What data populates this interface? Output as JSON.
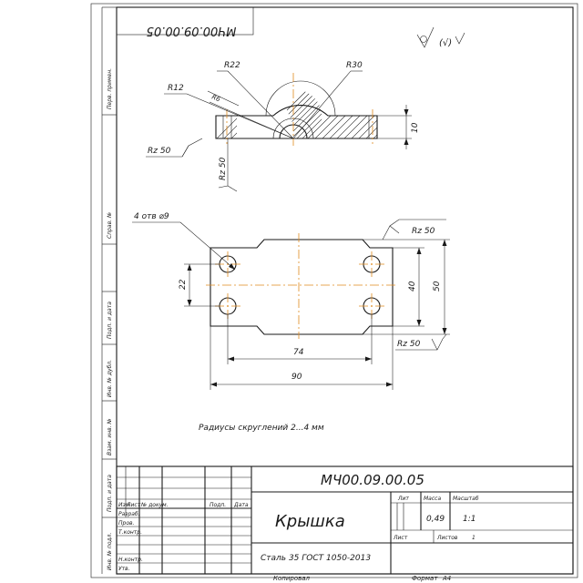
{
  "stamp_top": "МЧ00.09.00.05",
  "roughness_general": "(√)",
  "radii_labels": {
    "r12": "R12",
    "r22": "R22",
    "r30": "R30",
    "r6": "R6"
  },
  "dims_top": {
    "height": "10",
    "rz_left": "Rz 50",
    "rz_base": "Rz 50"
  },
  "plan": {
    "holes_note": "4 отв ⌀9",
    "d22": "22",
    "d40": "40",
    "d50": "50",
    "d74": "74",
    "d90": "90",
    "rz_top": "Rz 50",
    "rz_bottom": "Rz 50"
  },
  "note_radii": "Радиусы скруглений 2...4 мм",
  "side_labels": {
    "perv_primen": "Перв. примен.",
    "sprav": "Справ. №",
    "podp_data_1": "Подп. и дата",
    "inv_dubl": "Инв. № дубл.",
    "vzam_inv": "Взам. инв. №",
    "podp_data_2": "Подп. и дата",
    "inv_podl": "Инв. № подл."
  },
  "title_block": {
    "designation": "МЧ00.09.00.05",
    "name": "Крышка",
    "material": "Сталь 35 ГОСТ 1050-2013",
    "header_lit": "Лит",
    "header_massa": "Масса",
    "header_masshtab": "Масштаб",
    "mass_value": "0,49",
    "scale_value": "1:1",
    "sheet_label": "Лист",
    "sheets_label": "Листов",
    "sheets_value": "1",
    "col_izm": "Изм",
    "col_list": "Лист",
    "col_docnum": "№ докум.",
    "col_podp": "Подп.",
    "col_data": "Дата",
    "row_razrab": "Разраб.",
    "row_prov": "Пров.",
    "row_tkontr": "Т.контр.",
    "row_nkontr": "Н.контр.",
    "row_utv": "Утв.",
    "copied": "Копировал",
    "format_label": "Формат",
    "format_value": "А4"
  }
}
